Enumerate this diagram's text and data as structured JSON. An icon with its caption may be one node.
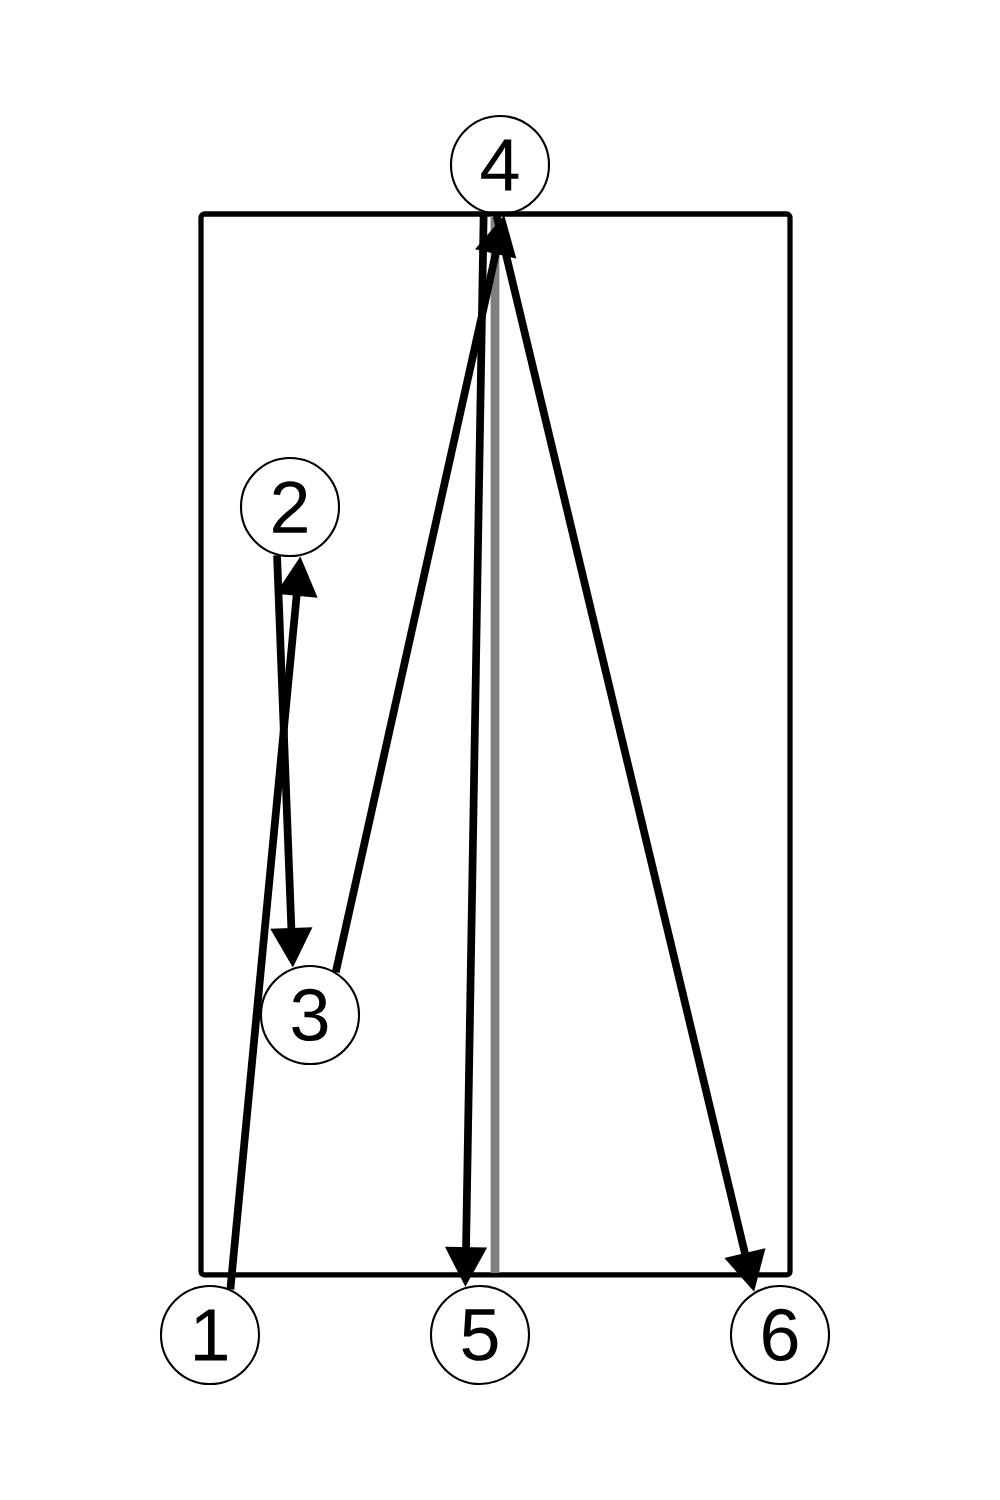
{
  "diagram": {
    "nodes": [
      {
        "text": [
          "1"
        ]
      },
      {
        "text": [
          "2"
        ]
      },
      {
        "text": [
          "3"
        ]
      },
      {
        "text": [
          "4"
        ]
      },
      {
        "text": [
          "5"
        ]
      },
      {
        "text": [
          "6"
        ]
      }
    ],
    "edges": [
      {
        "from": 0,
        "to": 1,
        "arrow": "to"
      },
      {
        "from": 1,
        "to": 2,
        "arrow": "to"
      },
      {
        "from": 2,
        "to": 3,
        "arrow": "to"
      },
      {
        "from": 3,
        "to": 4,
        "arrow": "to"
      },
      {
        "from": 3,
        "to": 5,
        "arrow": "to"
      }
    ]
  }
}
